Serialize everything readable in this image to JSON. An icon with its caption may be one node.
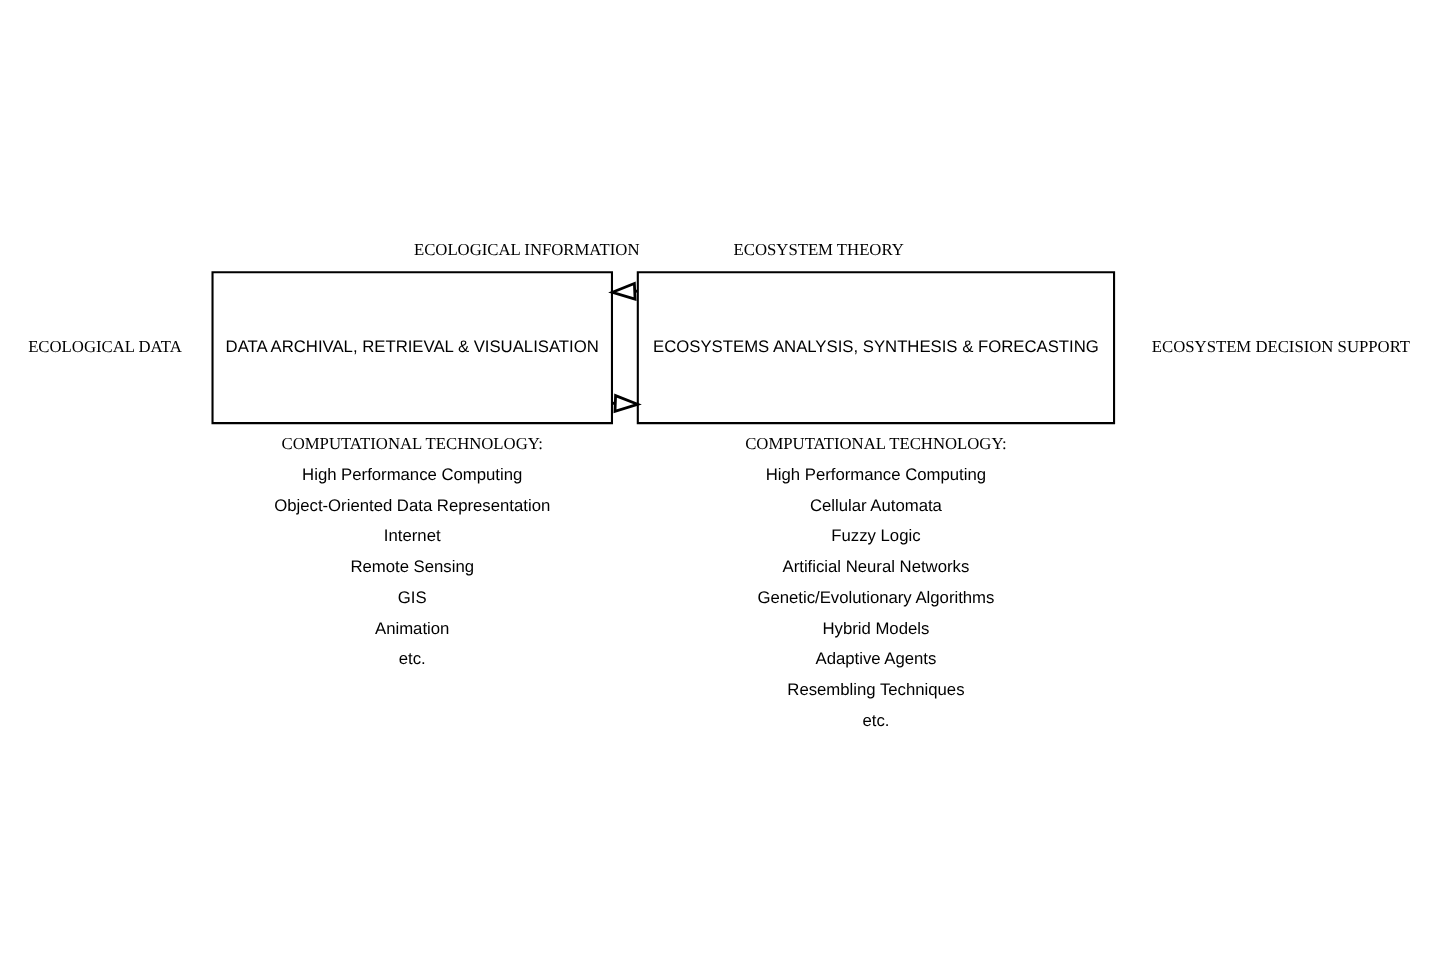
{
  "diagram": {
    "nodes": [
      {
        "text": [
          "DATA ARCHIVAL, RETRIEVAL & VISUALISATION"
        ]
      },
      {
        "text": [
          "ECOSYSTEMS ANALYSIS, SYNTHESIS & FORECASTING"
        ]
      }
    ],
    "edges": [
      {
        "from": 0,
        "to": 1,
        "arrow": "to"
      },
      {
        "from": 1,
        "to": 0,
        "arrow": "to"
      }
    ],
    "labels": [
      "ECOLOGICAL INFORMATION",
      "ECOSYSTEM THEORY",
      "ECOLOGICAL DATA",
      "ECOSYSTEM DECISION SUPPORT",
      "COMPUTATIONAL TECHNOLOGY:",
      "High Performance Computing",
      "Object-Oriented Data Representation",
      "Internet",
      "Remote Sensing",
      "GIS",
      "Animation",
      "etc.",
      "COMPUTATIONAL TECHNOLOGY:",
      "High Performance Computing",
      "Cellular Automata",
      "Fuzzy Logic",
      "Artificial Neural Networks",
      "Genetic/Evolutionary Algorithms",
      "Hybrid Models",
      "Adaptive Agents",
      "Resembling Techniques",
      "etc."
    ]
  }
}
